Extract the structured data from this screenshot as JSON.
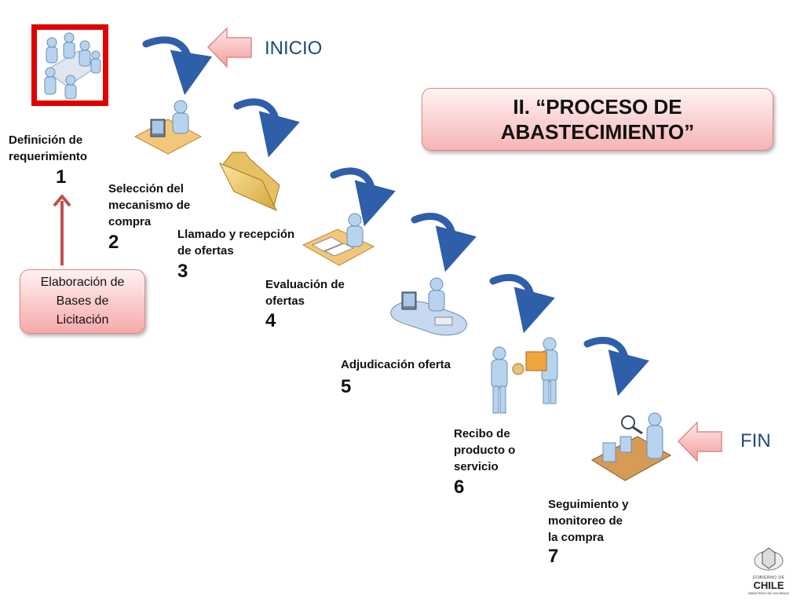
{
  "title": {
    "line1": "II. “PROCESO DE",
    "line2": "ABASTECIMIENTO”"
  },
  "inicio_label": "INICIO",
  "fin_label": "FIN",
  "bases": {
    "line1": "Elaboración de",
    "line2": "Bases de",
    "line3": "Licitación"
  },
  "steps": [
    {
      "number": "1",
      "lines": [
        "Definición de",
        "requerimiento"
      ],
      "icon": "meeting-icon"
    },
    {
      "number": "2",
      "lines": [
        "Selección del",
        "mecanismo de",
        "compra"
      ],
      "icon": "workstation-icon"
    },
    {
      "number": "3",
      "lines": [
        "Llamado y recepción",
        "de ofertas"
      ],
      "icon": "folder-icon"
    },
    {
      "number": "4",
      "lines": [
        "Evaluación de",
        "ofertas"
      ],
      "icon": "desk-documents-icon"
    },
    {
      "number": "5",
      "lines": [
        "Adjudicación oferta"
      ],
      "icon": "operator-desk-icon"
    },
    {
      "number": "6",
      "lines": [
        "Recibo de",
        "producto o",
        "servicio"
      ],
      "icon": "handover-icon"
    },
    {
      "number": "7",
      "lines": [
        "Seguimiento y",
        "monitoreo de",
        "la compra"
      ],
      "icon": "inspection-conveyor-icon"
    }
  ],
  "logo": {
    "line1": "GOBIERNO DE",
    "line2": "CHILE",
    "line3": "MINISTERIO DE HACIENDA"
  },
  "colors": {
    "arrow_blue": "#2e5fa8",
    "title_pink": "#f6b4b4",
    "red_frame": "#e00000",
    "up_arrow": "#c0504d",
    "label_blue": "#1f497d"
  }
}
